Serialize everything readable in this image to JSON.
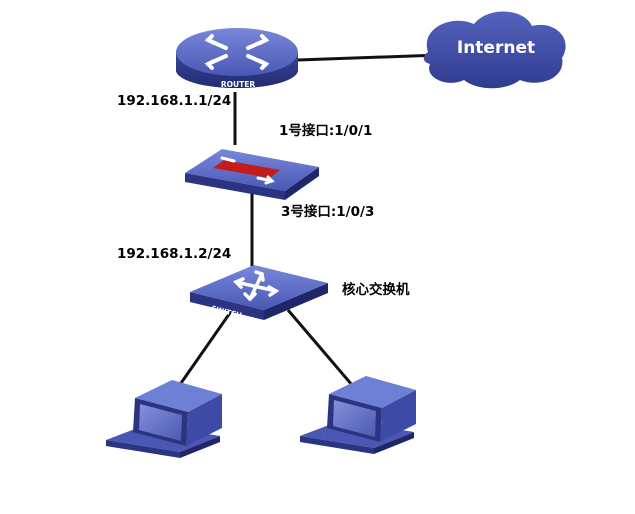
{
  "diagram": {
    "cloud_text": "Internet",
    "router_text": "ROUTER",
    "switch_text": "SWITCH",
    "router_ip": "192.168.1.1/24",
    "firewall_port1": "1号接口:1/0/1",
    "firewall_port3": "3号接口:1/0/3",
    "switch_ip": "192.168.1.2/24",
    "core_switch_label": "核心交换机"
  },
  "colors": {
    "device_dark": "#2a3480",
    "device_mid": "#4857b8",
    "device_light": "#6e7fd6",
    "firewall_red": "#c41c1c",
    "cloud": "#3d4ba6"
  }
}
